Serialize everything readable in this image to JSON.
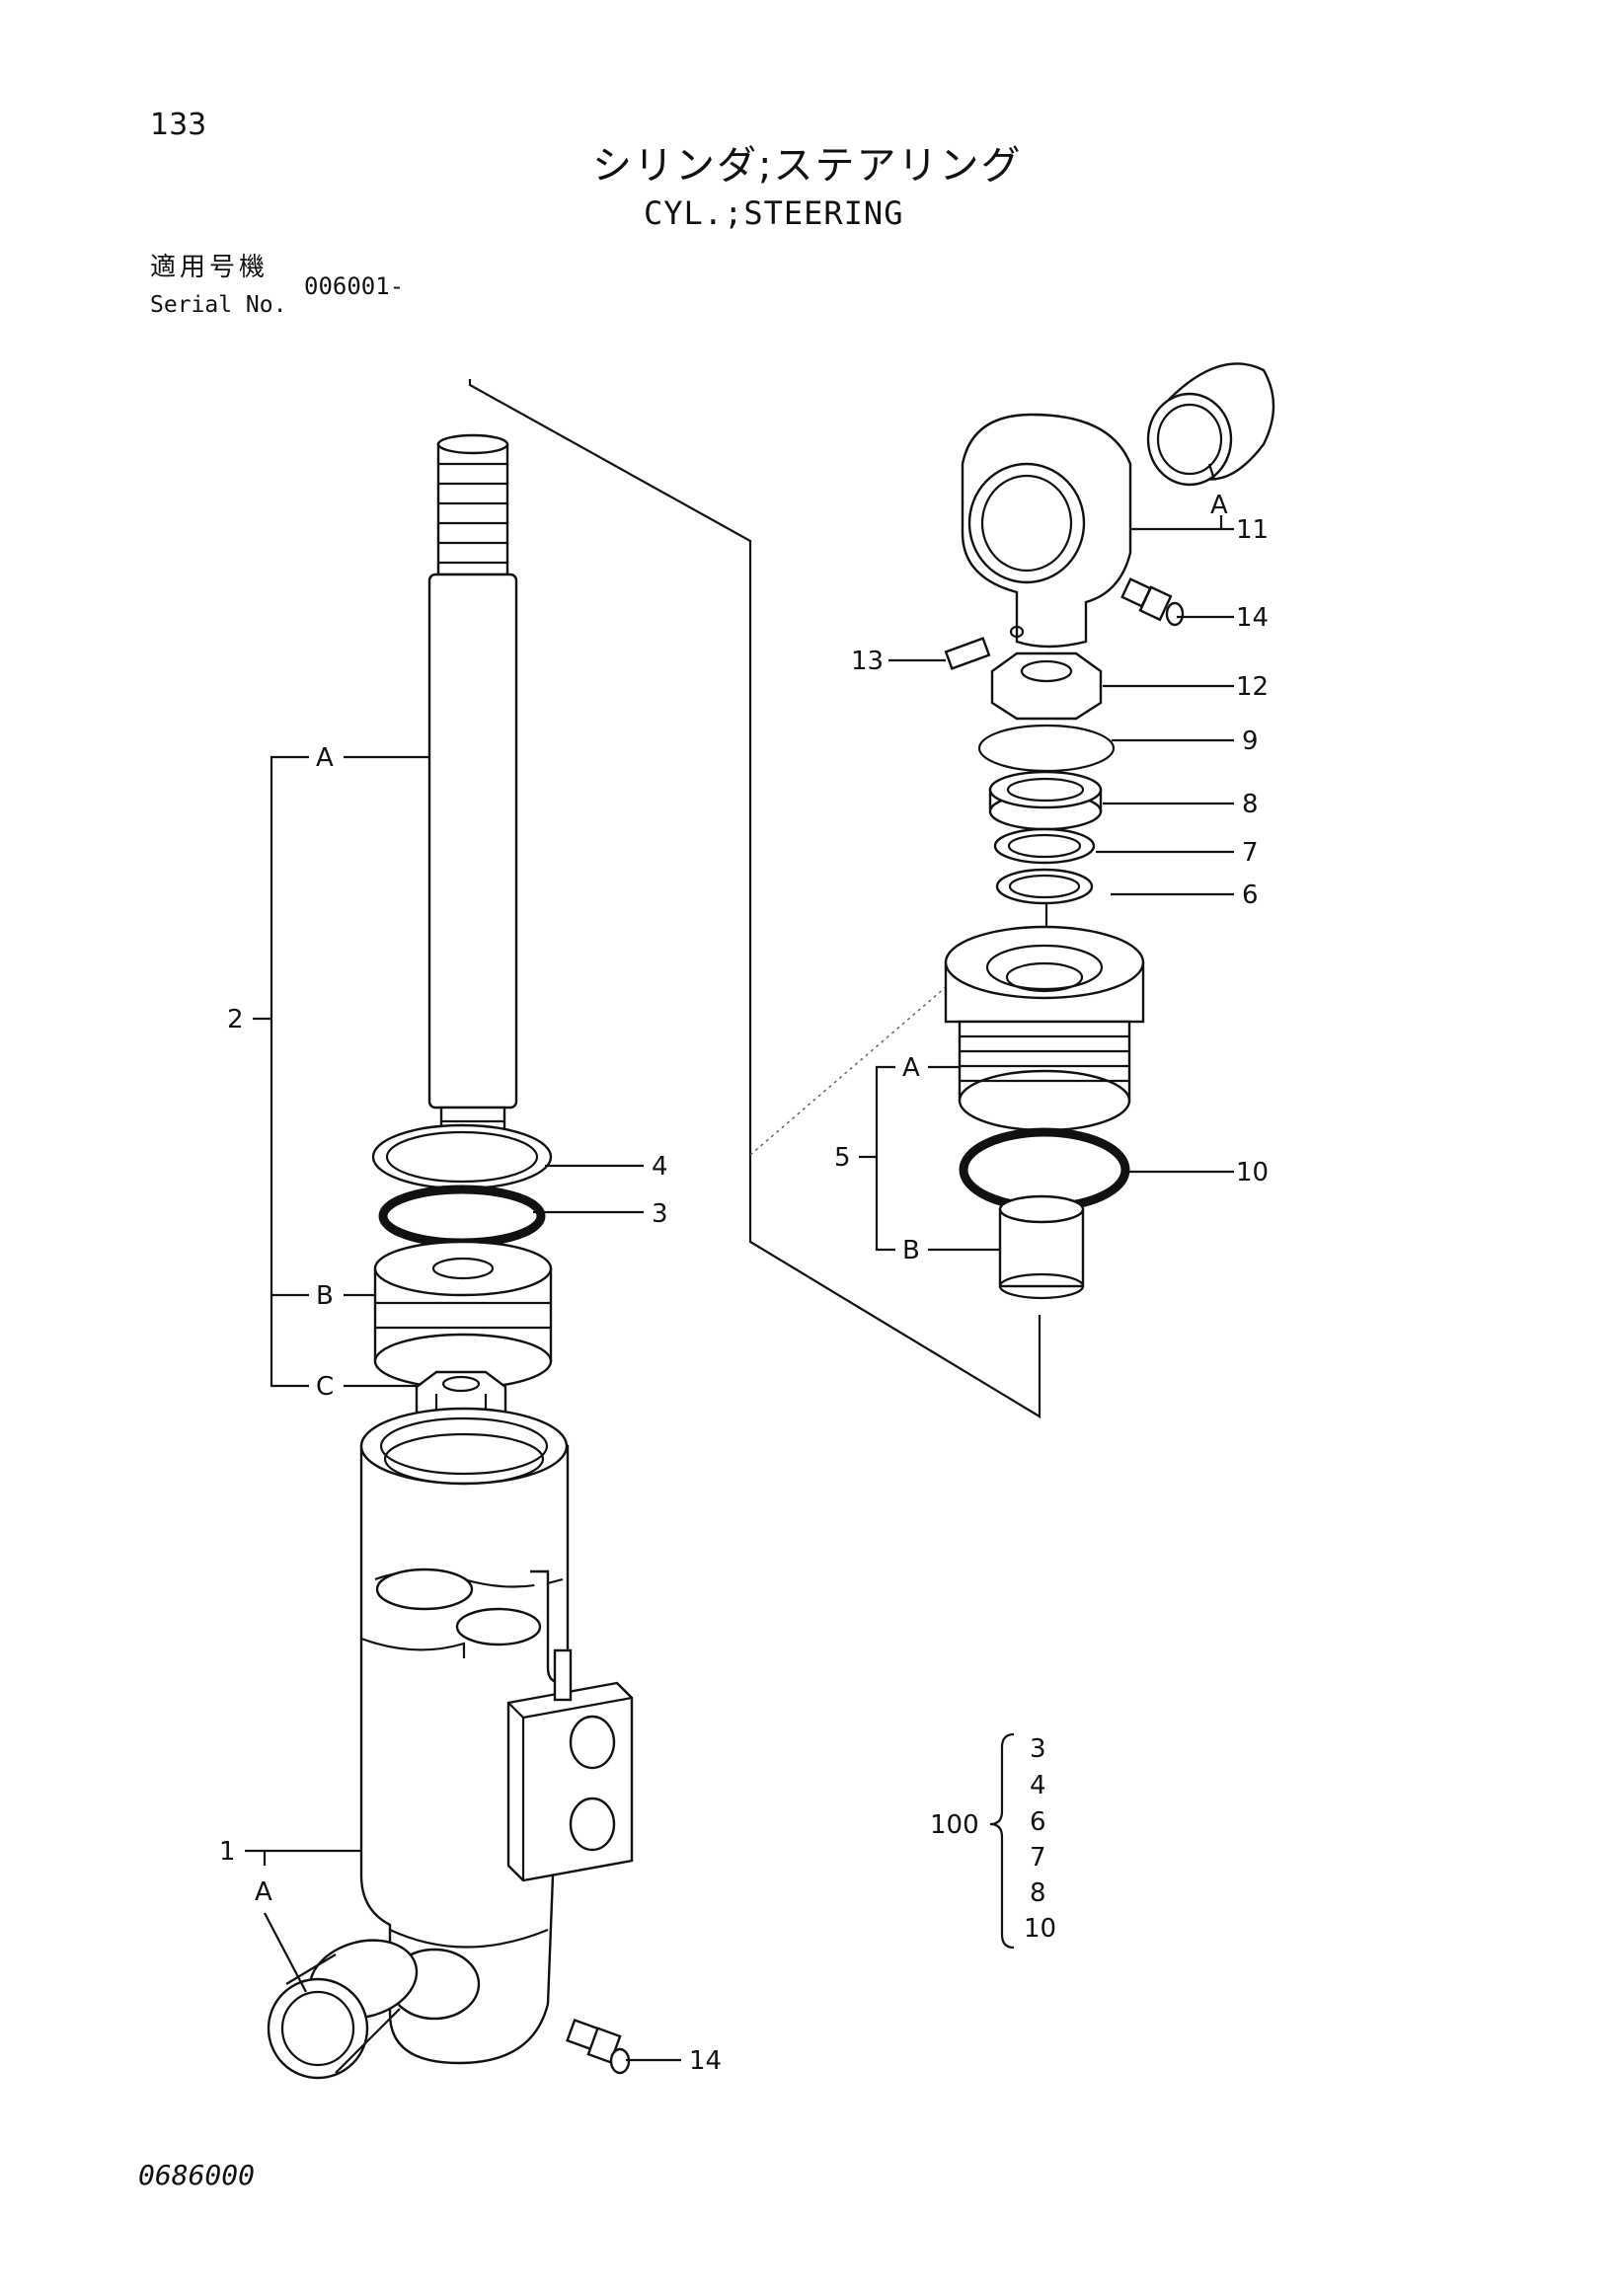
{
  "header": {
    "page_number": "133",
    "title_ja": "シリンダ;ステアリング",
    "title_en": "CYL.;STEERING",
    "serial_label_ja": "適用号機",
    "serial_label_en": "Serial No.",
    "serial_value": "006001-"
  },
  "callouts": {
    "c1": "1",
    "c1_a": "A",
    "c2": "2",
    "c2_a": "A",
    "c2_b": "B",
    "c2_c": "C",
    "c3": "3",
    "c4": "4",
    "c5": "5",
    "c5_a": "A",
    "c5_b": "B",
    "c6": "6",
    "c7": "7",
    "c8": "8",
    "c9": "9",
    "c10": "10",
    "c11": "11",
    "c11_a": "A",
    "c12": "12",
    "c13": "13",
    "c14_top": "14",
    "c14_bottom": "14"
  },
  "kit": {
    "number": "100",
    "items": [
      "3",
      "4",
      "6",
      "7",
      "8",
      "10"
    ]
  },
  "footer": {
    "drawing_code": "0686000"
  }
}
